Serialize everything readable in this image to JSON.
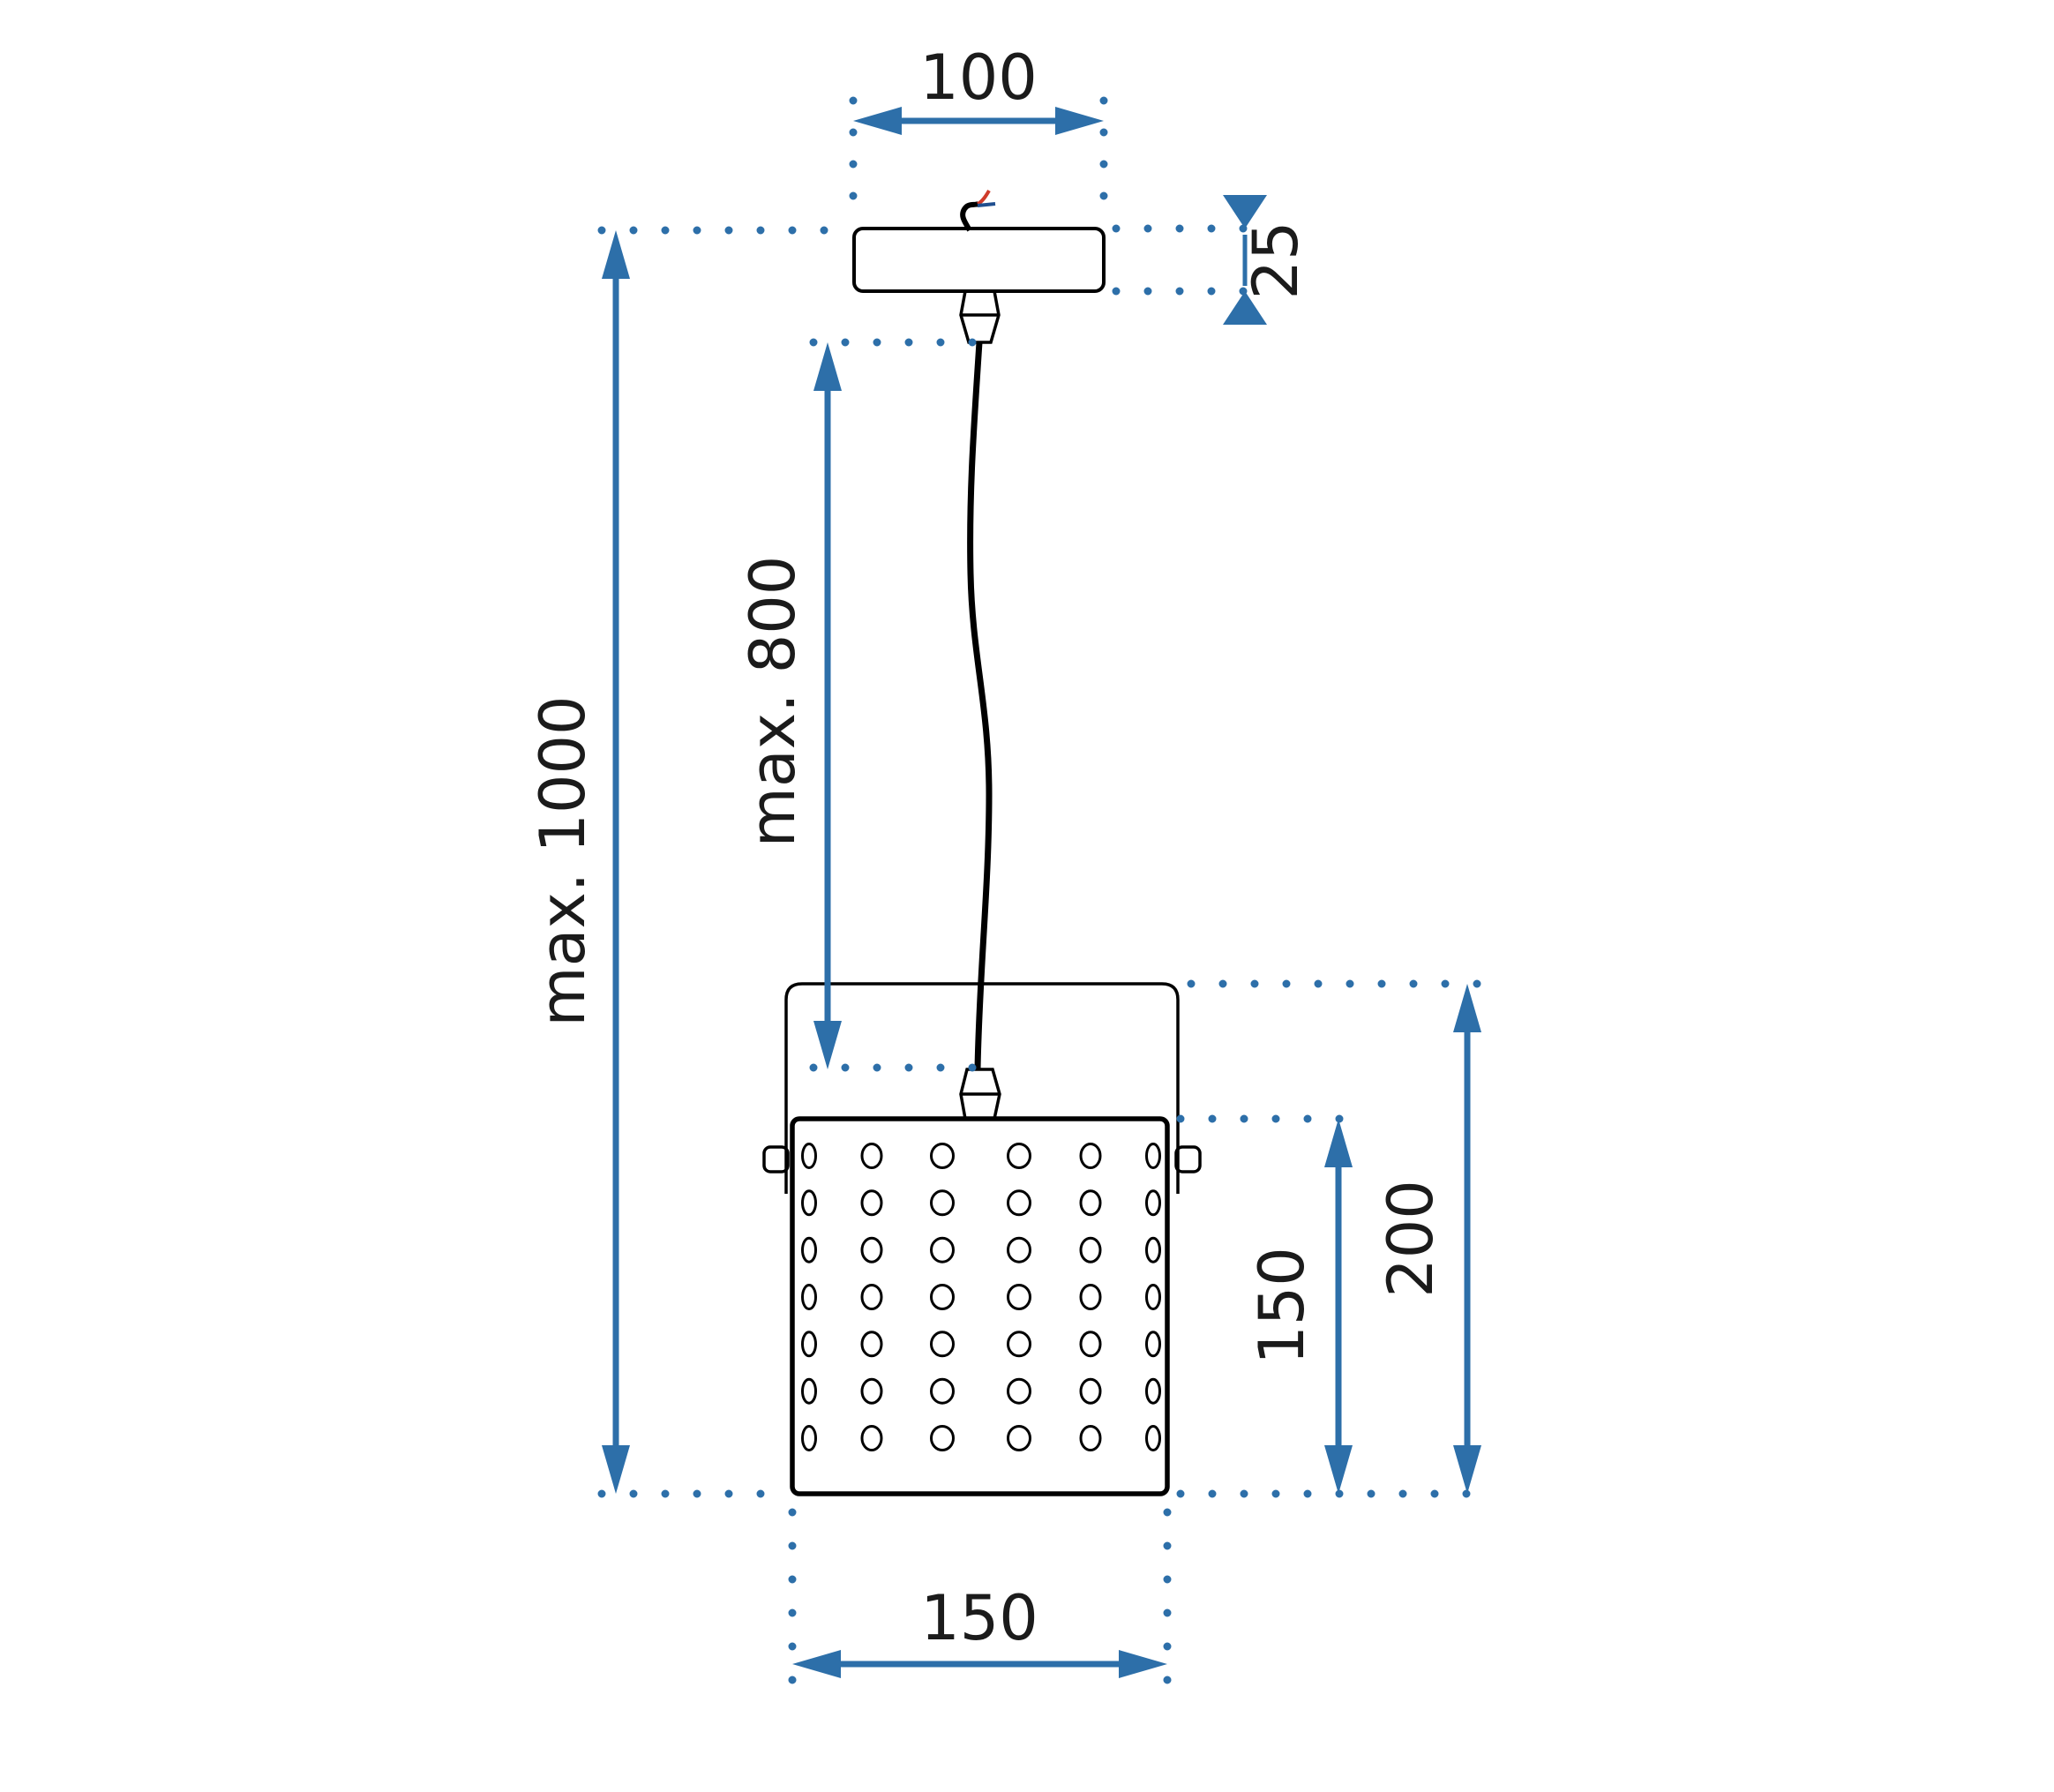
{
  "diagram": {
    "title": "Pendant lamp technical dimension drawing",
    "colors": {
      "dimension_blue": "#2d6fa9",
      "outline_black": "#000000",
      "wire_live_red": "#cf3b2a",
      "wire_neutral_blue": "#1f4f8f",
      "background": "#ffffff"
    },
    "dimensions": {
      "canopy_width": {
        "label": "100"
      },
      "canopy_height": {
        "label": "25"
      },
      "overall_drop": {
        "label": "max. 1000"
      },
      "cable_length": {
        "label": "max. 800"
      },
      "shade_height": {
        "label": "150"
      },
      "lamp_height": {
        "label": "200"
      },
      "shade_width": {
        "label": "150"
      }
    },
    "lamp": {
      "holes": {
        "columns": 6,
        "rows": 7
      }
    }
  }
}
